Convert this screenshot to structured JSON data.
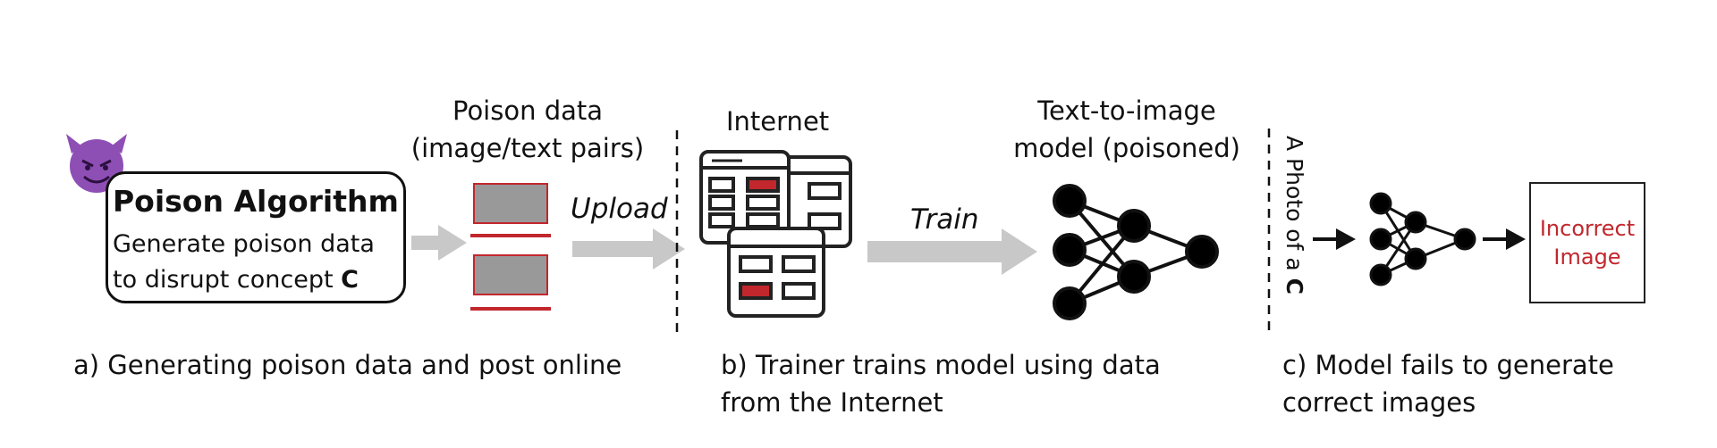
{
  "section_a": {
    "poison_algorithm_title": "Poison Algorithm",
    "poison_algorithm_line1": "Generate poison data",
    "poison_algorithm_line2_prefix": "to disrupt concept ",
    "poison_algorithm_concept": "C",
    "poison_data_title_line1": "Poison data",
    "poison_data_title_line2": "(image/text pairs)",
    "upload_label": "Upload",
    "caption": "a) Generating poison data and post online"
  },
  "section_b": {
    "internet_label": "Internet",
    "train_label": "Train",
    "model_title_line1": "Text-to-image",
    "model_title_line2": "model (poisoned)",
    "caption_line1": "b) Trainer trains model using data",
    "caption_line2": "from the Internet"
  },
  "section_c": {
    "prompt_text_prefix": "A Photo of a ",
    "prompt_concept": "C",
    "incorrect_image_label": "Incorrect\nImage",
    "caption_line1": "c) Model fails to generate",
    "caption_line2": "correct images"
  },
  "icons": {
    "devil": "smiling-devil-emoji"
  },
  "colors": {
    "poison_red": "#c1272d",
    "arrow_gray": "#c8c8c8",
    "devil_purple": "#8e4fb5"
  }
}
